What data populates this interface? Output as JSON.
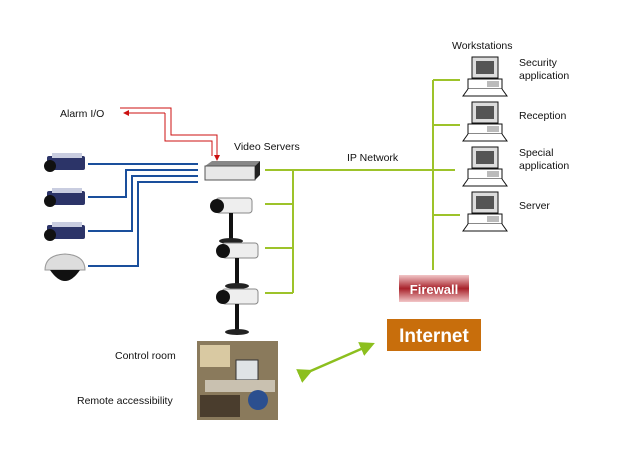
{
  "labels": {
    "alarm_io": "Alarm I/O",
    "video_servers": "Video Servers",
    "ip_network": "IP Network",
    "workstations": "Workstations",
    "control_room": "Control  room",
    "remote_accessibility": "Remote accessibility",
    "firewall": "Firewall",
    "internet": "Internet"
  },
  "workstations": [
    {
      "line1": "Security",
      "line2": "application"
    },
    {
      "line1": "Reception",
      "line2": ""
    },
    {
      "line1": "Special",
      "line2": "application"
    },
    {
      "line1": "Server",
      "line2": ""
    }
  ],
  "colors": {
    "network": "#9dc32a",
    "analog": "#1a4f9c",
    "alarm": "#cc1111",
    "firewall": "#a8222a",
    "internet": "#c86e0c"
  }
}
